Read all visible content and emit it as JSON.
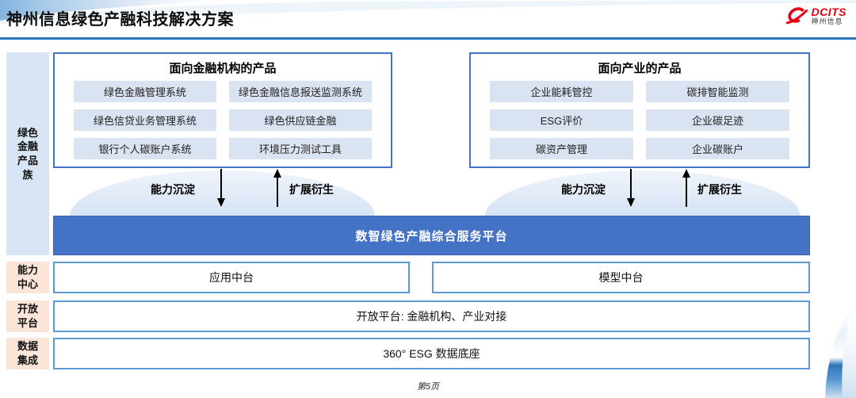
{
  "page": {
    "title": "神州信息绿色产融科技解决方案",
    "footer": "第5页"
  },
  "logo": {
    "brand": "DCITS",
    "brand_cn": "神州信息"
  },
  "sidebar": {
    "product_family": "绿色金融产品族",
    "capability": "能力中心",
    "open_platform": "开放平台",
    "data_integration": "数据集成"
  },
  "finance_box": {
    "title": "面向金融机构的产品",
    "products": [
      "绿色金融管理系统",
      "绿色金融信息报送监测系统",
      "绿色信贷业务管理系统",
      "绿色供应链金融",
      "银行个人碳账户系统",
      "环境压力测试工具"
    ]
  },
  "industry_box": {
    "title": "面向产业的产品",
    "products": [
      "企业能耗管控",
      "碳排智能监测",
      "ESG评价",
      "企业碳足迹",
      "碳资产管理",
      "企业碳账户"
    ]
  },
  "flows": {
    "down_label": "能力沉淀",
    "up_label": "扩展衍生"
  },
  "platform_banner": "数智绿色产融综合服务平台",
  "capability_row": {
    "app_center": "应用中台",
    "model_center": "模型中台"
  },
  "open_platform_row": "开放平台: 金融机构、产业对接",
  "data_row": "360° ESG 数据底座",
  "accent_colors": {
    "banner_blue": "#4472c4",
    "border_blue": "#5b9bd5",
    "chip_blue": "#dae3f1",
    "sidebar_blue": "#d8e5f4",
    "sidebar_peach": "#fbe5d9",
    "rule_blue": "#2e75b6",
    "logo_red": "#e60012"
  }
}
